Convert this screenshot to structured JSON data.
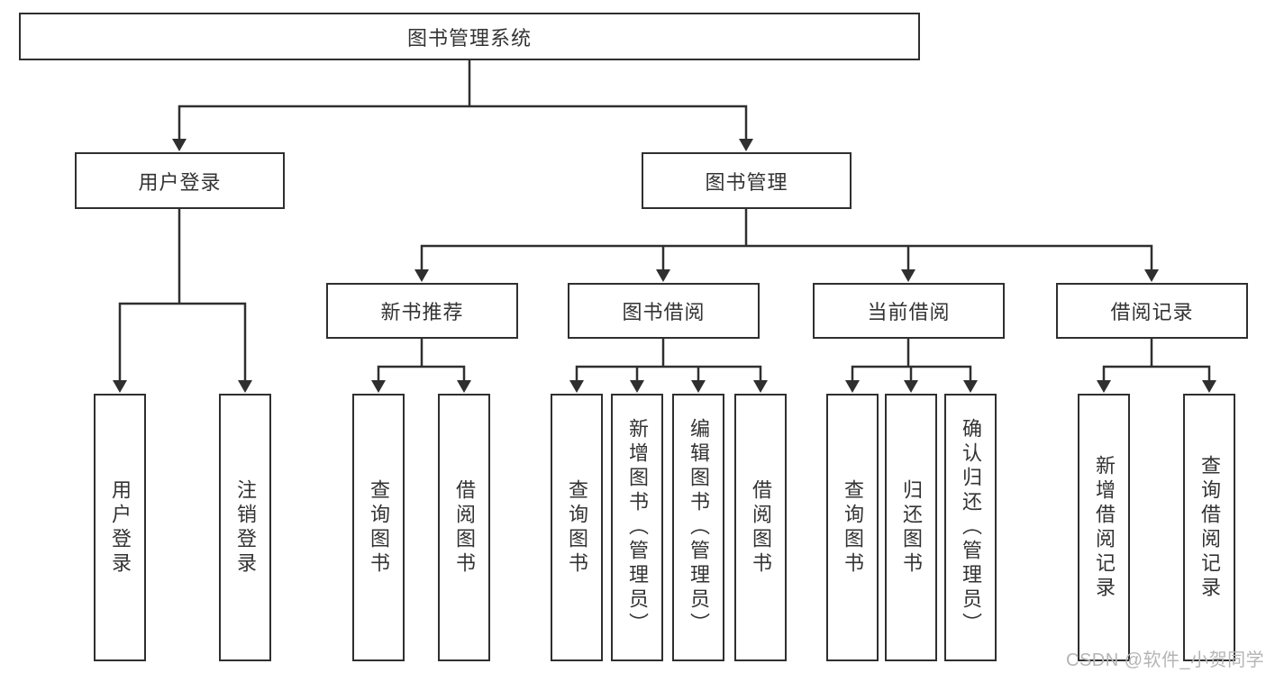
{
  "tree": {
    "root": {
      "label": "图书管理系统"
    },
    "branches": [
      {
        "label": "用户登录",
        "leaves": [
          "用户登录",
          "注销登录"
        ]
      },
      {
        "label": "图书管理",
        "children": [
          {
            "label": "新书推荐",
            "leaves": [
              "查询图书",
              "借阅图书"
            ]
          },
          {
            "label": "图书借阅",
            "leaves": [
              "查询图书",
              "新增图书（管理员）",
              "编辑图书（管理员）",
              "借阅图书"
            ]
          },
          {
            "label": "当前借阅",
            "leaves": [
              "查询图书",
              "归还图书",
              "确认归还（管理员）"
            ]
          },
          {
            "label": "借阅记录",
            "leaves": [
              "新增借阅记录",
              "查询借阅记录"
            ]
          }
        ]
      }
    ]
  },
  "watermark": {
    "text": "CSDN @软件_小贺同学"
  },
  "colors": {
    "line": "#2f2f2f",
    "box_border": "#2f2f2f",
    "text": "#333333",
    "background": "#ffffff",
    "watermark": "#b5b5b5"
  }
}
